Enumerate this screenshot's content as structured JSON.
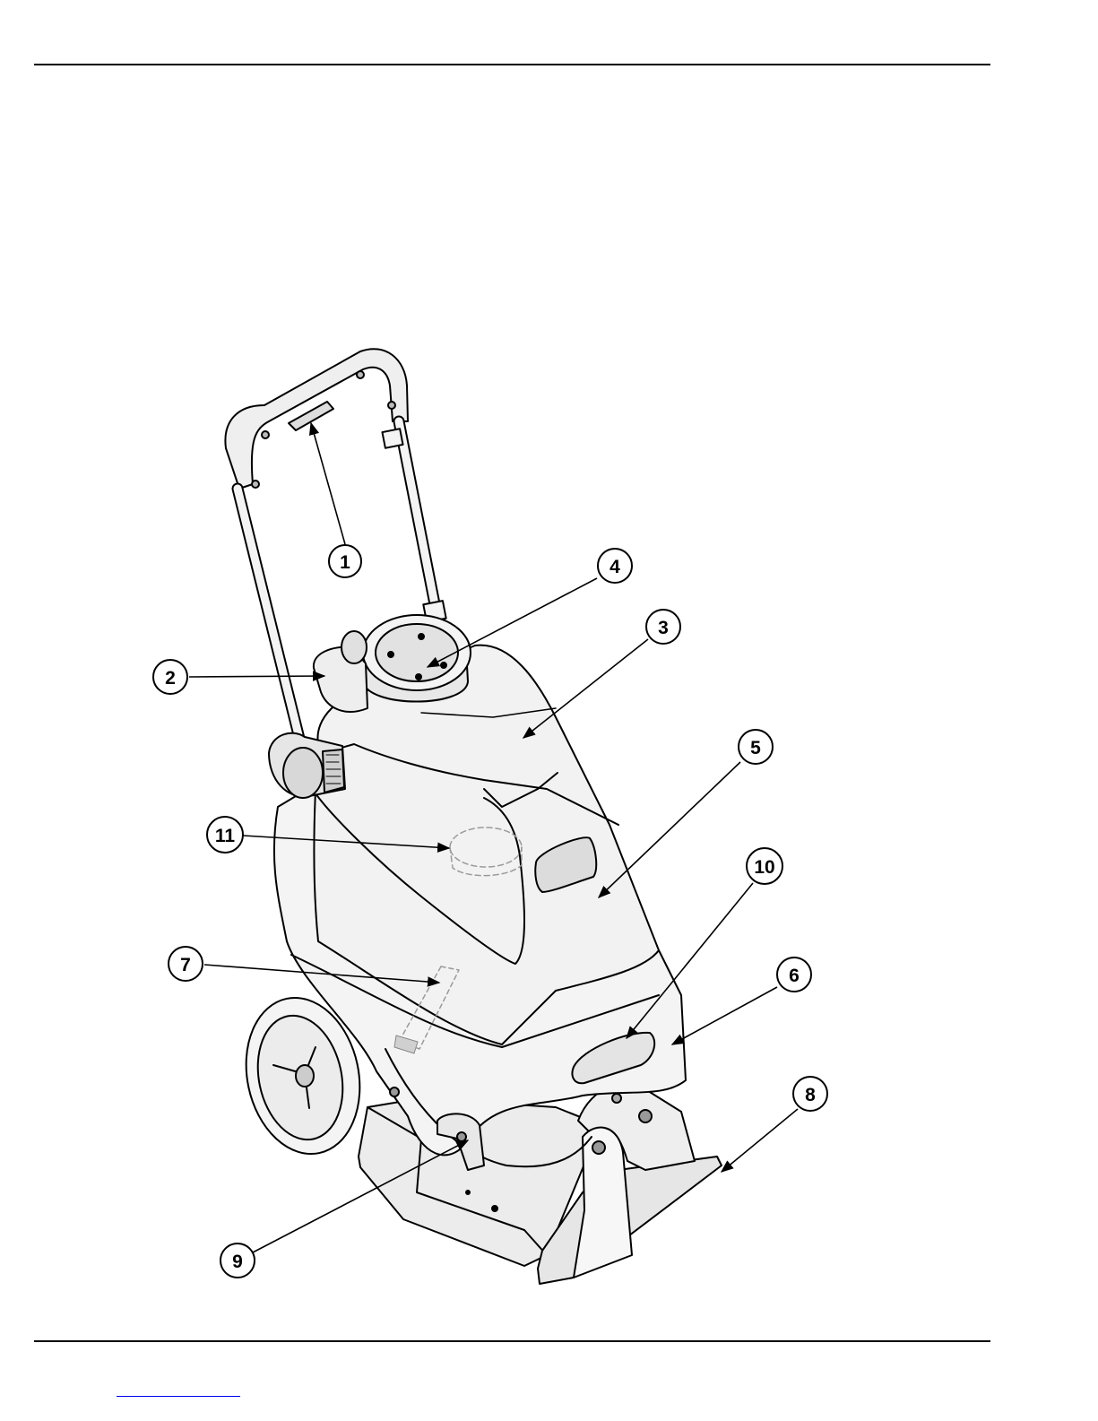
{
  "callouts": [
    {
      "number": "1",
      "part": "handle-grip"
    },
    {
      "number": "2",
      "part": "vacuum-hose-port"
    },
    {
      "number": "3",
      "part": "recovery-tank-lid"
    },
    {
      "number": "4",
      "part": "tank-cap"
    },
    {
      "number": "5",
      "part": "recovery-tank"
    },
    {
      "number": "6",
      "part": "base-housing"
    },
    {
      "number": "7",
      "part": "solution-filter"
    },
    {
      "number": "8",
      "part": "floor-tool"
    },
    {
      "number": "9",
      "part": "latch"
    },
    {
      "number": "10",
      "part": "carry-handle"
    },
    {
      "number": "11",
      "part": "float-shutoff"
    }
  ],
  "colors": {
    "line": "#000000",
    "body_fill": "#f4f4f4",
    "shade": "#dedede",
    "dashed": "#9a9a9a",
    "link": "#0000ee"
  }
}
